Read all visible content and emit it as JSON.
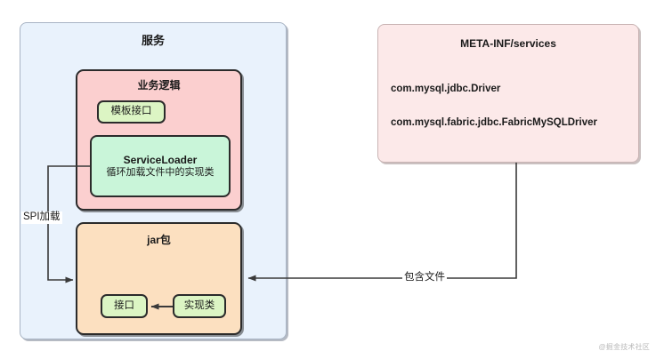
{
  "diagram": {
    "type": "architecture-flow-diagram",
    "service_container": {
      "title": "服务",
      "business_logic": {
        "title": "业务逻辑",
        "template_interface": {
          "label": "模板接口"
        },
        "service_loader": {
          "title": "ServiceLoader",
          "description": "循环加载文件中的实现类"
        }
      },
      "jar_package": {
        "title": "jar包",
        "interface": {
          "label": "接口"
        },
        "impl_class": {
          "label": "实现类"
        }
      }
    },
    "meta_inf": {
      "title": "META-INF/services",
      "entries": [
        "com.mysql.jdbc.Driver",
        "com.mysql.fabric.jdbc.FabricMySQLDriver"
      ]
    },
    "edges": [
      {
        "id": "spi-load",
        "label": "SPI加载",
        "from": "service-loader",
        "to": "jar-package"
      },
      {
        "id": "impl-to-interface",
        "label": "",
        "from": "impl-class",
        "to": "interface"
      },
      {
        "id": "contains-file",
        "label": "包含文件",
        "from": "meta-inf",
        "to": "jar-package"
      }
    ],
    "colors": {
      "service_fill": "#e9f2fc",
      "service_stroke": "#a8b4c4",
      "business_fill": "#fbcfcf",
      "jar_fill": "#fce0c0",
      "green_fill": "#dcf5c4",
      "service_loader_fill": "#c9f5d9",
      "meta_inf_fill": "#fce9e9",
      "meta_inf_stroke": "#c9b4b4",
      "dark_stroke": "#2b2b2b",
      "connector": "#3a3a3a"
    },
    "watermark": "@掘金技术社区"
  }
}
